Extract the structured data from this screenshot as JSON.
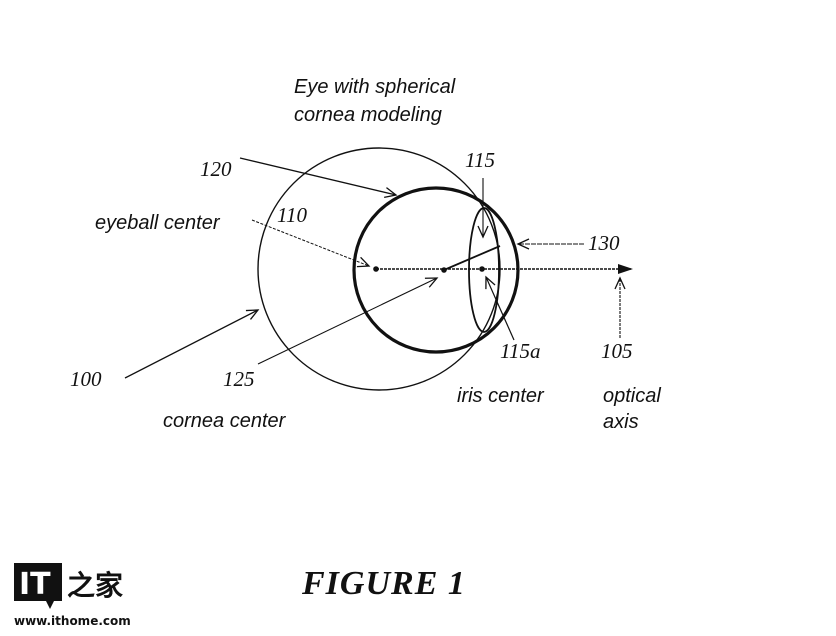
{
  "diagram": {
    "title_line1": "Eye with spherical",
    "title_line2": "cornea modeling",
    "labels": {
      "eyeball_center": "eyeball center",
      "cornea_center": "cornea center",
      "iris_center": "iris center",
      "optical_axis_line1": "optical",
      "optical_axis_line2": "axis"
    },
    "reference_numerals": {
      "eye": "100",
      "optical_axis": "105",
      "eyeball_center": "110",
      "iris": "115",
      "iris_center": "115a",
      "cornea": "120",
      "cornea_center": "125",
      "cornea_apex": "130"
    }
  },
  "caption": "FIGURE 1",
  "watermark": {
    "logo_text": "IT",
    "logo_cn": "之家",
    "url": "www.ithome.com"
  }
}
